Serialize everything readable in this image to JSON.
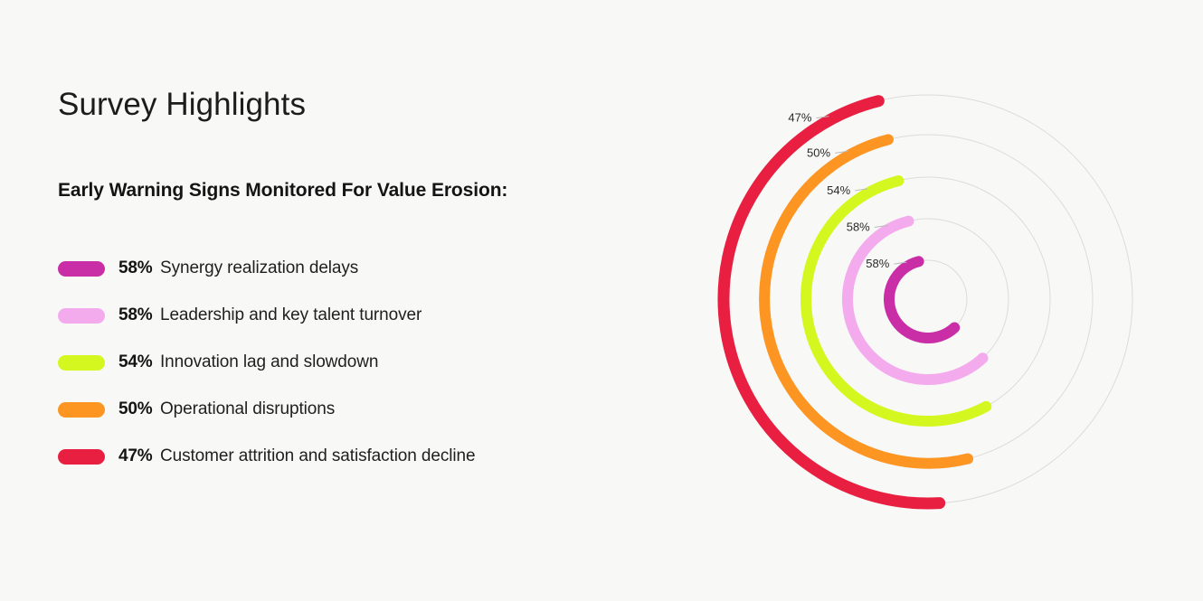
{
  "page": {
    "background_color": "#f8f8f7",
    "title": "Survey Highlights",
    "subtitle": "Early Warning Signs Monitored For Value Erosion:"
  },
  "legend": {
    "items": [
      {
        "value": "58%",
        "label": "Synergy realization delays",
        "color": "#c92ea6"
      },
      {
        "value": "58%",
        "label": "Leadership and key talent turnover",
        "color": "#f4abee"
      },
      {
        "value": "54%",
        "label": "Innovation lag and slowdown",
        "color": "#d4f81f"
      },
      {
        "value": "50%",
        "label": "Operational disruptions",
        "color": "#fc9522"
      },
      {
        "value": "47%",
        "label": "Customer attrition and satisfaction decline",
        "color": "#e81f40"
      }
    ]
  },
  "chart_data": {
    "type": "radial_bar",
    "title": "Early Warning Signs Monitored For Value Erosion",
    "unit": "%",
    "max": 100,
    "grid": true,
    "track_color": "#dcdcdc",
    "start_angle_deg": -104,
    "direction": "counterclockwise",
    "categories": [
      "Customer attrition and satisfaction decline",
      "Operational disruptions",
      "Innovation lag and slowdown",
      "Leadership and key talent turnover",
      "Synergy realization delays"
    ],
    "values": [
      47,
      50,
      54,
      58,
      58
    ],
    "rings": [
      {
        "name": "Customer attrition and satisfaction decline",
        "value": 47,
        "label": "47%",
        "color": "#e81f40",
        "radius": 226,
        "stroke": 13
      },
      {
        "name": "Operational disruptions",
        "value": 50,
        "label": "50%",
        "color": "#fc9522",
        "radius": 182,
        "stroke": 12
      },
      {
        "name": "Innovation lag and slowdown",
        "value": 54,
        "label": "54%",
        "color": "#d4f81f",
        "radius": 135,
        "stroke": 12
      },
      {
        "name": "Leadership and key talent turnover",
        "value": 58,
        "label": "58%",
        "color": "#f4abee",
        "radius": 89,
        "stroke": 12
      },
      {
        "name": "Synergy realization delays",
        "value": 58,
        "label": "58%",
        "color": "#c92ea6",
        "radius": 43,
        "stroke": 12
      }
    ],
    "labels": [
      "47%",
      "50%",
      "54%",
      "58%",
      "58%"
    ],
    "legend_position": "left"
  }
}
